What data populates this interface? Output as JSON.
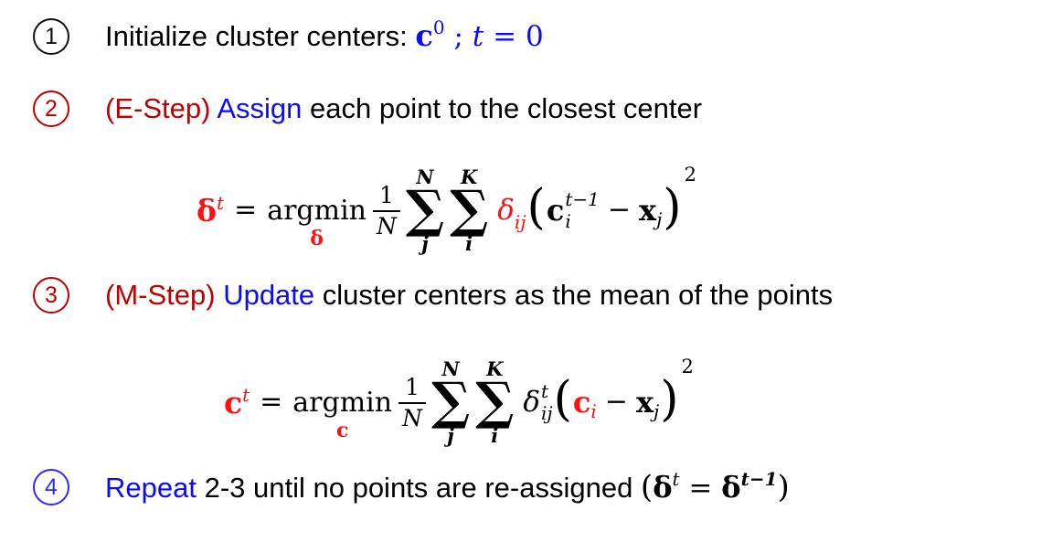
{
  "colors": {
    "blue": "#0a0aff",
    "dark_red": "#c00000",
    "formula_red": "#ff1010",
    "black": "#000000",
    "background": "#ffffff"
  },
  "steps": {
    "s1": {
      "number": "1",
      "text": "Initialize cluster centers: ",
      "c": "c",
      "c_sup": "0",
      "semi": " ; ",
      "t": "t",
      "eq0": " = 0"
    },
    "s2": {
      "number": "2",
      "label": "(E-Step) ",
      "verb": "Assign",
      "rest": " each point to the closest center"
    },
    "s3": {
      "number": "3",
      "label": "(M-Step) ",
      "verb": "Update",
      "rest": " cluster centers as the mean of the points"
    },
    "s4": {
      "number": "4",
      "verb": "Repeat",
      "rest": " 2-3 until no points are re-assigned ",
      "mopen": "(",
      "d1": "δ",
      "d1_sup": "t",
      "meq": " = ",
      "d2": "δ",
      "d2_sup": "t−1",
      "mclose": ")"
    }
  },
  "formula1": {
    "lhs": "δ",
    "lhs_sup": "t",
    "eq": "=",
    "argmin": "argmin",
    "argmin_sub": "δ",
    "num": "1",
    "den": "N",
    "sum_sym": "∑",
    "sum1_top": "N",
    "sum1_bot": "j",
    "sum2_top": "K",
    "sum2_bot": "i",
    "delta": "δ",
    "delta_sub": "ij",
    "lparen": "(",
    "c": "c",
    "c_sup": "t−1",
    "c_sub": "i",
    "minus": "−",
    "x": "x",
    "x_sub": "j",
    "rparen": ")",
    "power": "2"
  },
  "formula2": {
    "lhs": "c",
    "lhs_sup": "t",
    "eq": "=",
    "argmin": "argmin",
    "argmin_sub": "c",
    "num": "1",
    "den": "N",
    "sum_sym": "∑",
    "sum1_top": "N",
    "sum1_bot": "j",
    "sum2_top": "K",
    "sum2_bot": "i",
    "delta": "δ",
    "delta_sup": "t",
    "delta_sub": "ij",
    "lparen": "(",
    "c": "c",
    "c_sub": "i",
    "minus": "−",
    "x": "x",
    "x_sub": "j",
    "rparen": ")",
    "power": "2"
  }
}
